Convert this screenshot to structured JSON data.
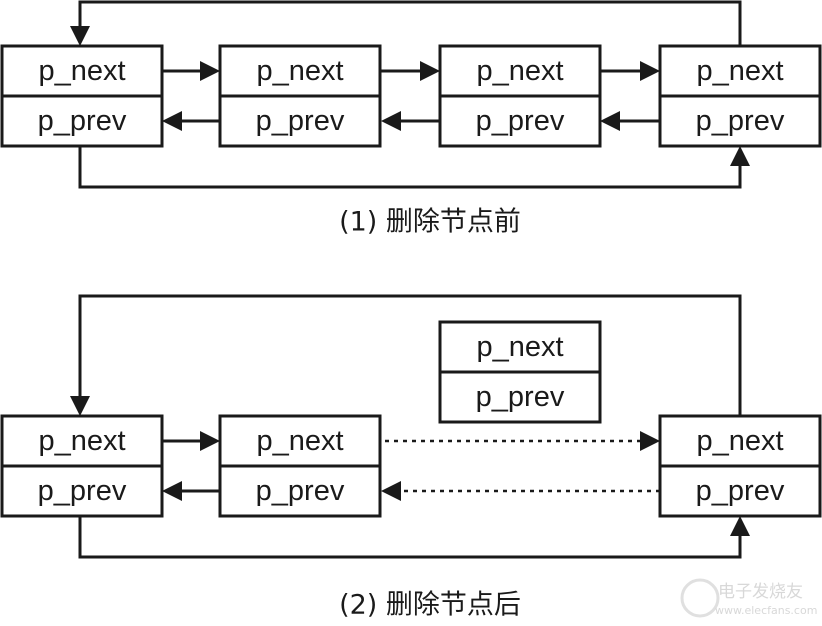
{
  "field_next": "p_next",
  "field_prev": "p_prev",
  "caption_before": "(1) 删除节点前",
  "caption_after": "(2) 删除节点后",
  "watermark": {
    "cn": "电子发烧友",
    "url": "www.elecfans.com"
  },
  "colors": {
    "line": "#1a1a1a",
    "background": "#ffffff"
  }
}
